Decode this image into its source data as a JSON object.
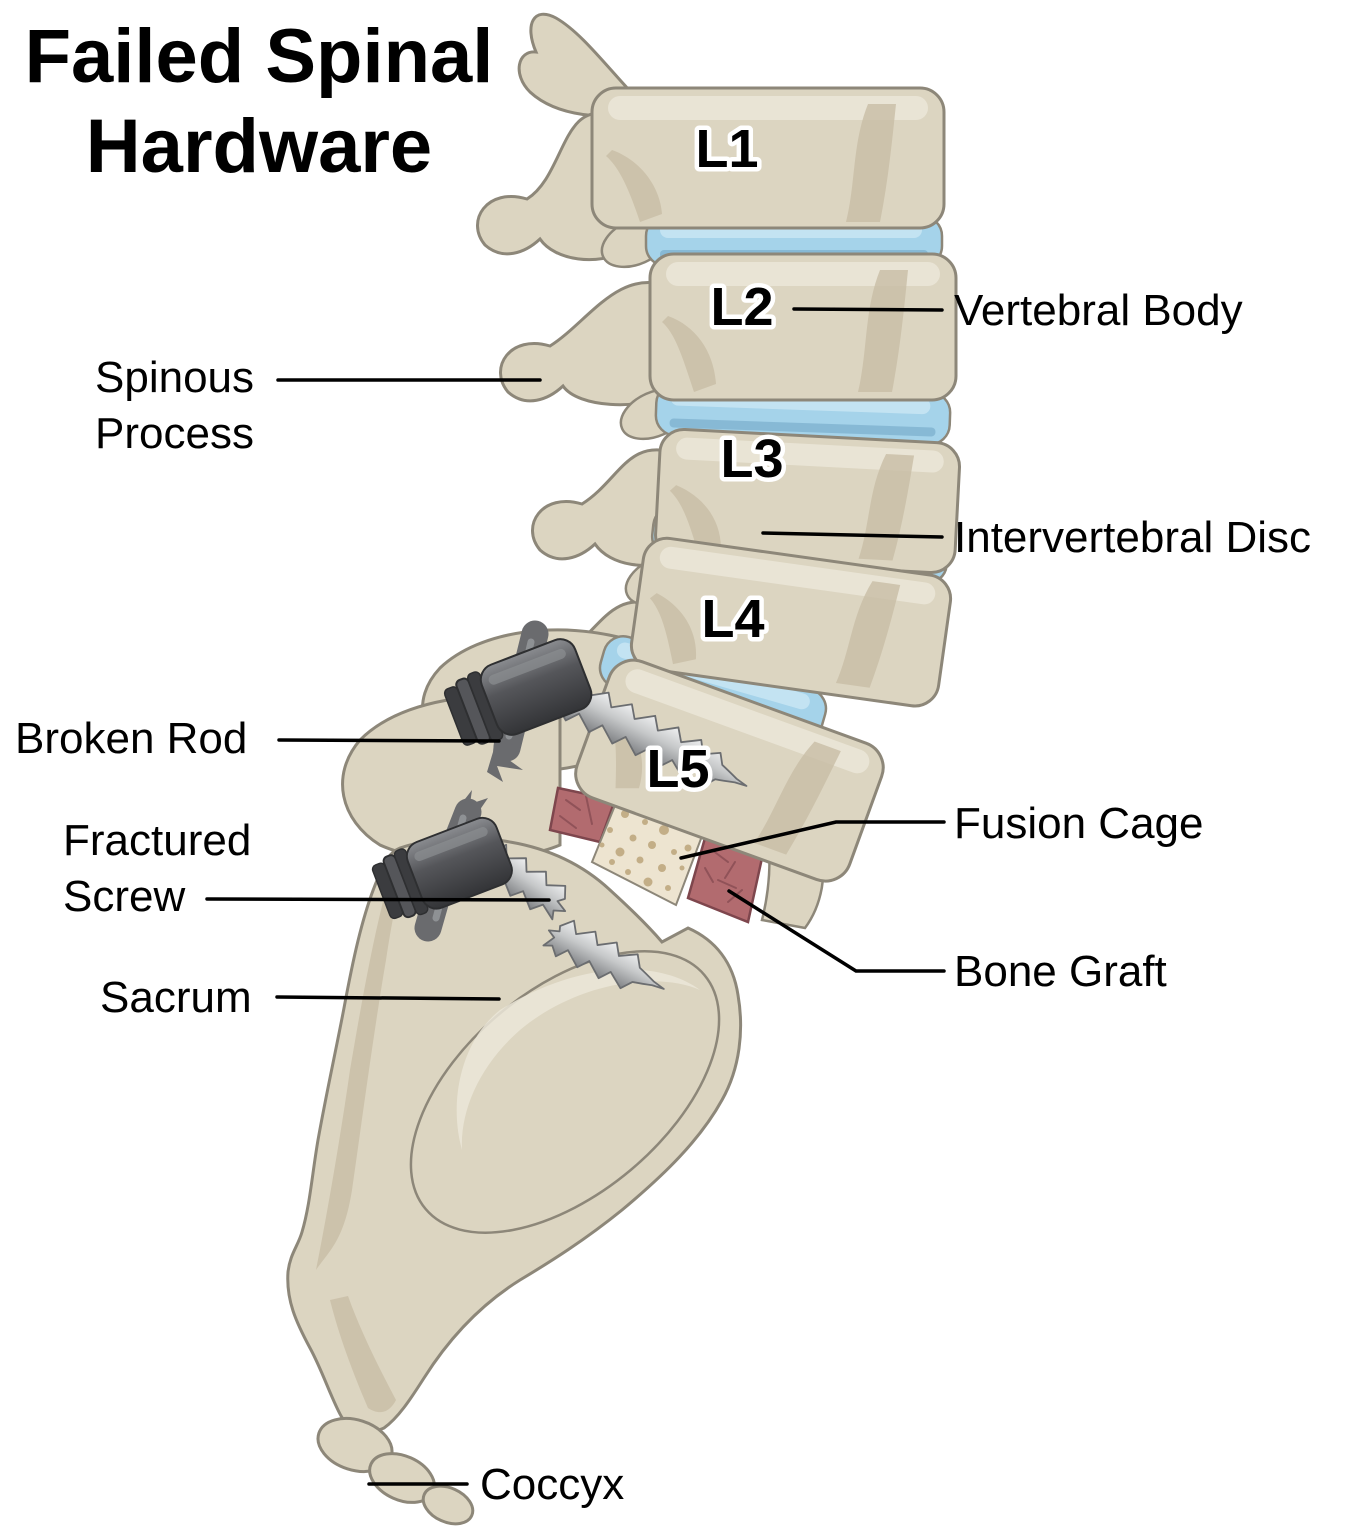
{
  "title": {
    "line1": "Failed Spinal",
    "line2": "Hardware"
  },
  "figure": {
    "type": "medical-illustration",
    "subject": "Lateral view of lumbar spine with failed spinal fixation hardware, fusion cage and bone graft at L5-S1, sacrum and coccyx"
  },
  "vertebra_labels": {
    "l1": "L1",
    "l2": "L2",
    "l3": "L3",
    "l4": "L4",
    "l5": "L5"
  },
  "annotations": {
    "spinous_process": {
      "label": "Spinous Process",
      "line1": "Spinous",
      "line2": "Process"
    },
    "vertebral_body": {
      "label": "Vertebral Body"
    },
    "intervertebral_disc": {
      "label": "Intervertebral Disc"
    },
    "broken_rod": {
      "label": "Broken Rod"
    },
    "fractured_screw": {
      "label": "Fractured Screw",
      "line1": "Fractured",
      "line2": "Screw"
    },
    "fusion_cage": {
      "label": "Fusion Cage"
    },
    "bone_graft": {
      "label": "Bone Graft"
    },
    "sacrum": {
      "label": "Sacrum"
    },
    "coccyx": {
      "label": "Coccyx"
    }
  },
  "colors": {
    "bone_fill": "#dcd5c1",
    "bone_shade": "#c8bda5",
    "bone_hi": "#ebe6d8",
    "bone_outline": "#8d8779",
    "disc_fill": "#a5d3ea",
    "disc_hi": "#c6e4f3",
    "disc_shade": "#7fb3cf",
    "graft_fill": "#b26b6f",
    "graft_outline": "#7e464d",
    "graft_line": "#8a4e55",
    "cage_fill": "#ede4d0",
    "cage_speckle": "#c3ae87",
    "metal_dark": "#55565a",
    "metal_band": "#3b3c3f",
    "metal_hi": "#9b9da1",
    "rod_fill": "#6a6b6e",
    "screw_outline": "#6b6d70",
    "background": "#ffffff",
    "label_color": "#000000"
  }
}
